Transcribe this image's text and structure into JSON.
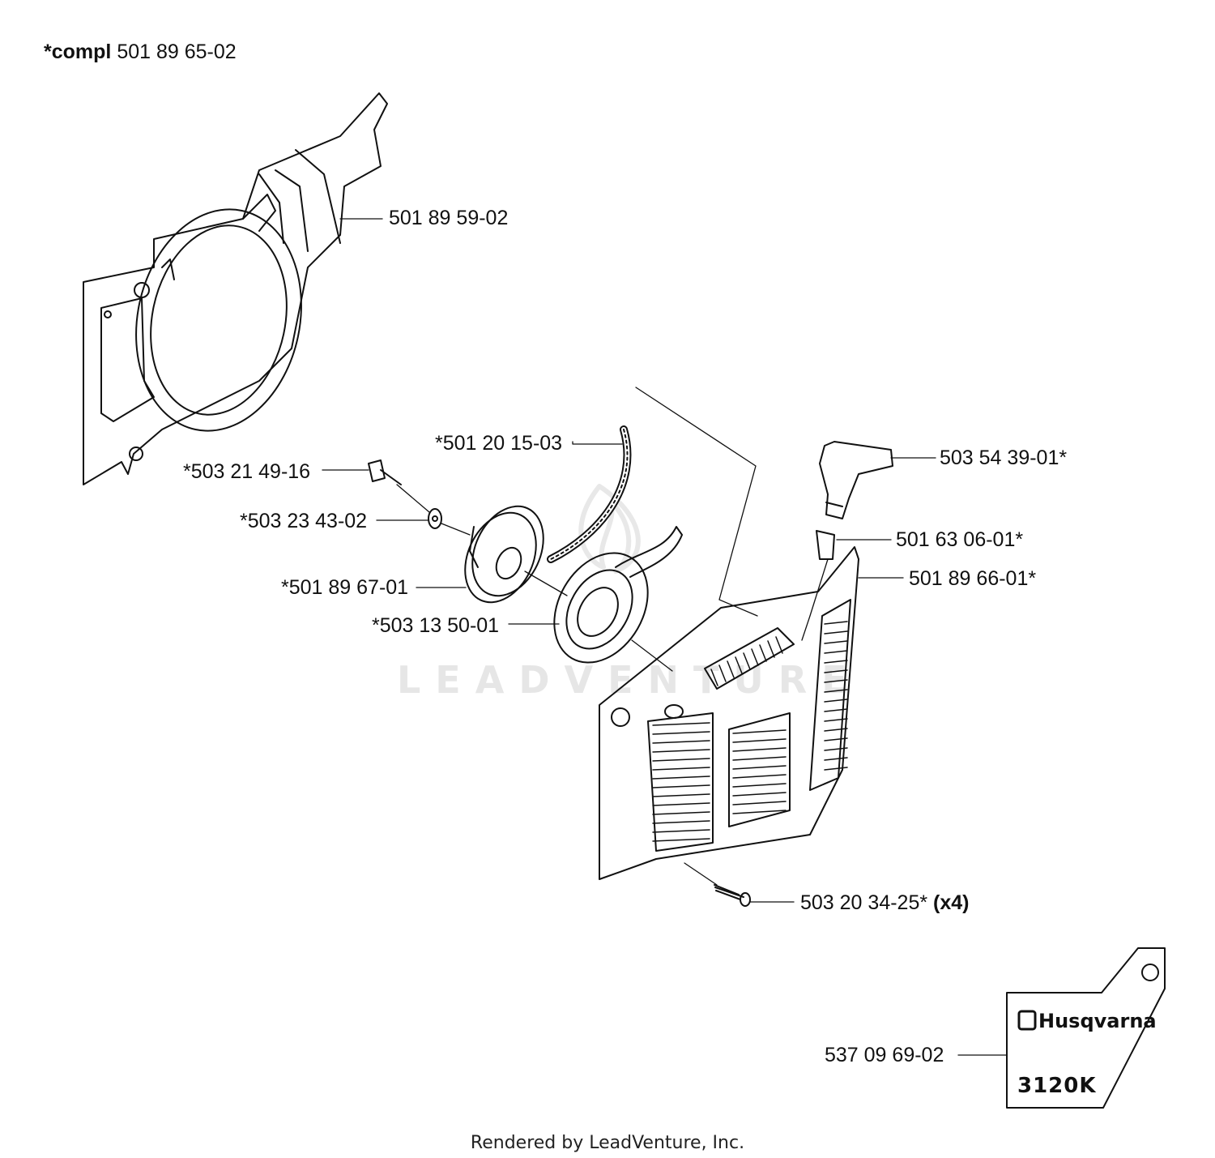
{
  "header": {
    "prefix": "*compl",
    "number": "501 89 65-02"
  },
  "watermark": "LEADVENTURE",
  "parts": [
    {
      "id": "p1",
      "label": "501 89 59-02"
    },
    {
      "id": "p2",
      "label": "*501 20 15-03"
    },
    {
      "id": "p3",
      "label": "503 54 39-01*"
    },
    {
      "id": "p4",
      "label": "*503 21 49-16"
    },
    {
      "id": "p5",
      "label": "*503 23 43-02"
    },
    {
      "id": "p6",
      "label": "501 63 06-01*"
    },
    {
      "id": "p7",
      "label": "501 89 66-01*"
    },
    {
      "id": "p8",
      "label": "*501 89 67-01"
    },
    {
      "id": "p9",
      "label": "*503 13 50-01"
    },
    {
      "id": "p10",
      "label": "503 20 34-25*",
      "qty": "(x4)"
    },
    {
      "id": "p11",
      "label": "537 09 69-02"
    }
  ],
  "decal": {
    "brand": "Husqvarna",
    "model": "3120K"
  },
  "footer": "Rendered by LeadVenture, Inc."
}
